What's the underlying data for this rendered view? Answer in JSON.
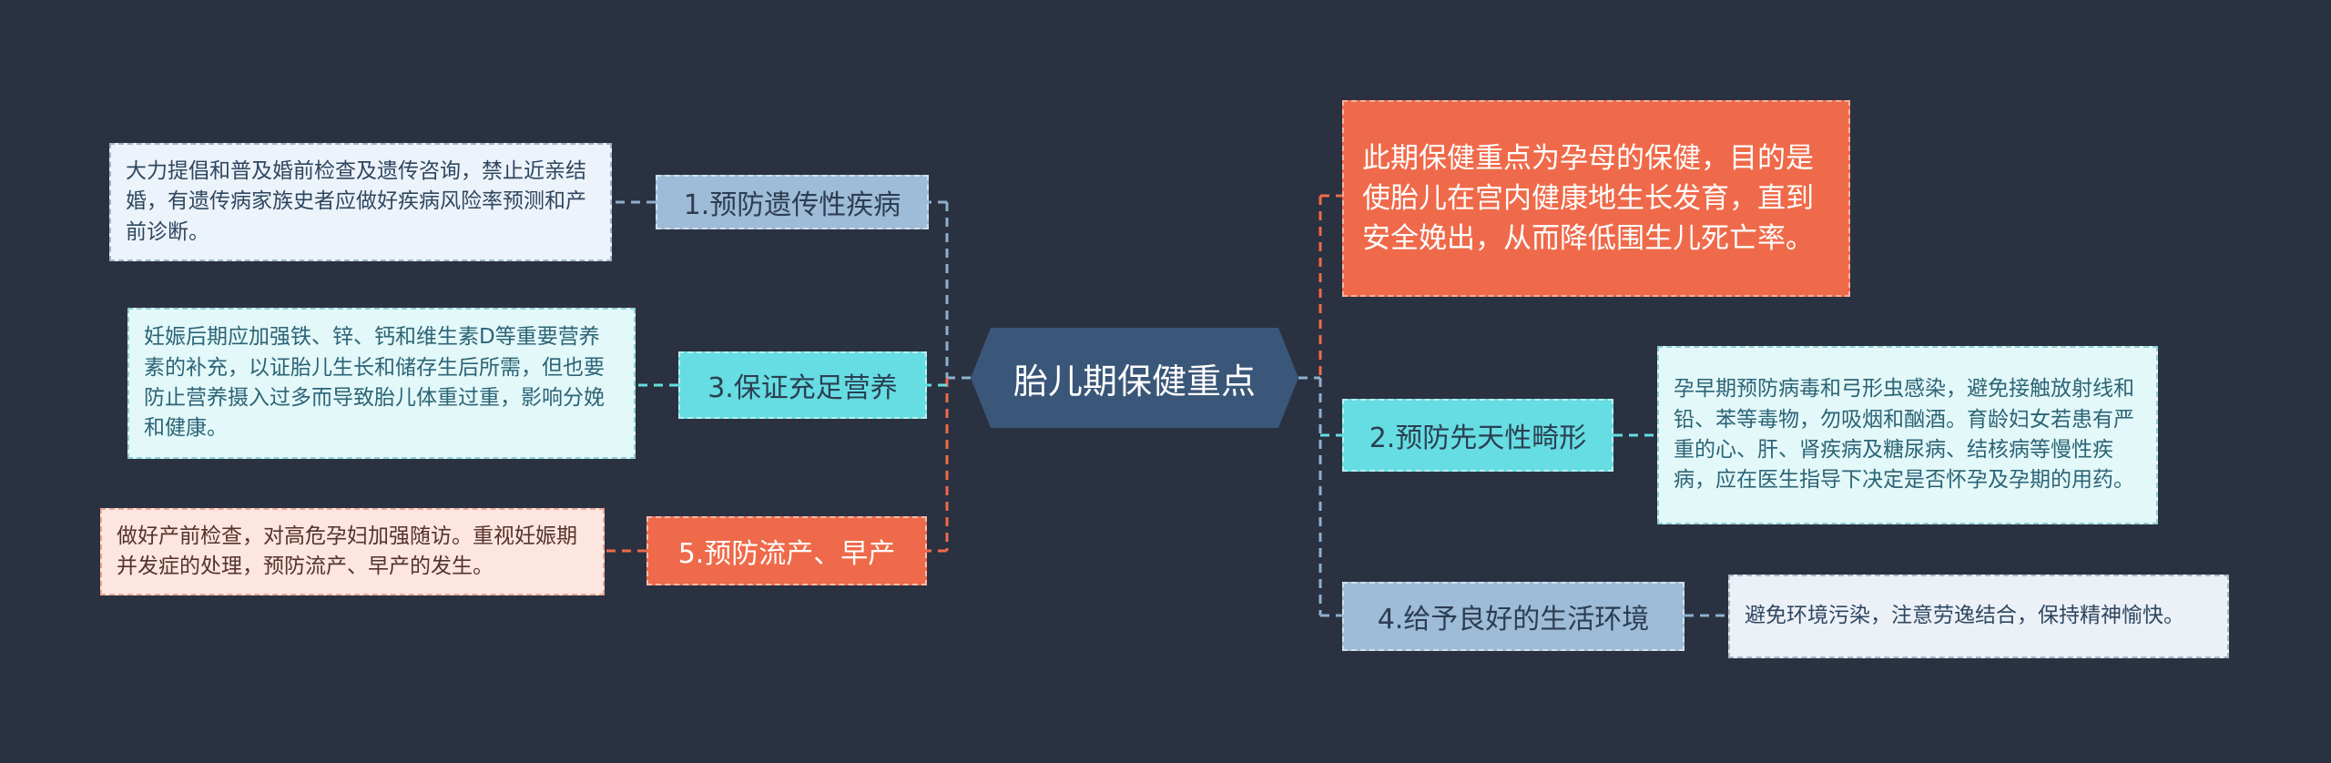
{
  "center": {
    "label": "胎儿期保健重点"
  },
  "topics": {
    "t1": {
      "label": "1.预防遗传性疾病"
    },
    "t2": {
      "label": "2.预防先天性畸形"
    },
    "t3": {
      "label": "3.保证充足营养"
    },
    "t4": {
      "label": "4.给予良好的生活环境"
    },
    "t5": {
      "label": "5.预防流产、早产"
    }
  },
  "leaves": {
    "intro": {
      "text": "此期保健重点为孕母的保健，目的是使胎儿在宫内健康地生长发育，直到安全娩出，从而降低围生儿死亡率。"
    },
    "t1": {
      "text": "大力提倡和普及婚前检查及遗传咨询，禁止近亲结婚，有遗传病家族史者应做好疾病风险率预测和产前诊断。"
    },
    "t2": {
      "text": "孕早期预防病毒和弓形虫感染，避免接触放射线和铅、苯等毒物，勿吸烟和酗酒。育龄妇女若患有严重的心、肝、肾疾病及糖尿病、结核病等慢性疾病，应在医生指导下决定是否怀孕及孕期的用药。"
    },
    "t3": {
      "text": "妊娠后期应加强铁、锌、钙和维生素D等重要营养素的补充，以证胎儿生长和储存生后所需，但也要防止营养摄入过多而导致胎儿体重过重，影响分娩和健康。"
    },
    "t4": {
      "text": "避免环境污染，注意劳逸结合，保持精神愉快。"
    },
    "t5": {
      "text": "做好产前检查，对高危孕妇加强随访。重视妊娠期并发症的处理，预防流产、早产的发生。"
    }
  },
  "colors": {
    "background": "#2a3140",
    "center": "#3a5678",
    "topic_blue": "#9ebcd7",
    "topic_cyan": "#66dde2",
    "topic_orange": "#ef6a4a",
    "connector_blue": "#8fb0cf",
    "connector_orange": "#ef6a4a",
    "connector_cyan": "#66dde2"
  }
}
